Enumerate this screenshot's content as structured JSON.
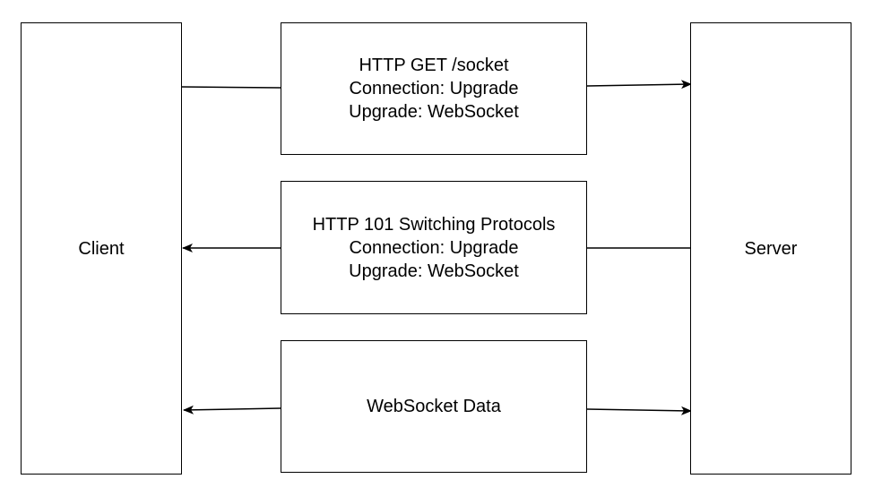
{
  "nodes": {
    "client": {
      "label": "Client"
    },
    "server": {
      "label": "Server"
    },
    "upgrade_request": {
      "lines": [
        "HTTP GET /socket",
        "Connection: Upgrade",
        "Upgrade: WebSocket"
      ]
    },
    "upgrade_response": {
      "lines": [
        "HTTP 101 Switching Protocols",
        "Connection: Upgrade",
        "Upgrade: WebSocket"
      ]
    },
    "websocket_data": {
      "label": "WebSocket Data"
    }
  },
  "edges": [
    {
      "from": "client",
      "via": "upgrade_request",
      "to": "server",
      "arrow": "end"
    },
    {
      "from": "server",
      "via": "upgrade_response",
      "to": "client",
      "arrow": "end"
    },
    {
      "between": [
        "client",
        "server"
      ],
      "via": "websocket_data",
      "arrow": "both"
    }
  ],
  "colors": {
    "stroke": "#000000",
    "fill": "#ffffff"
  }
}
